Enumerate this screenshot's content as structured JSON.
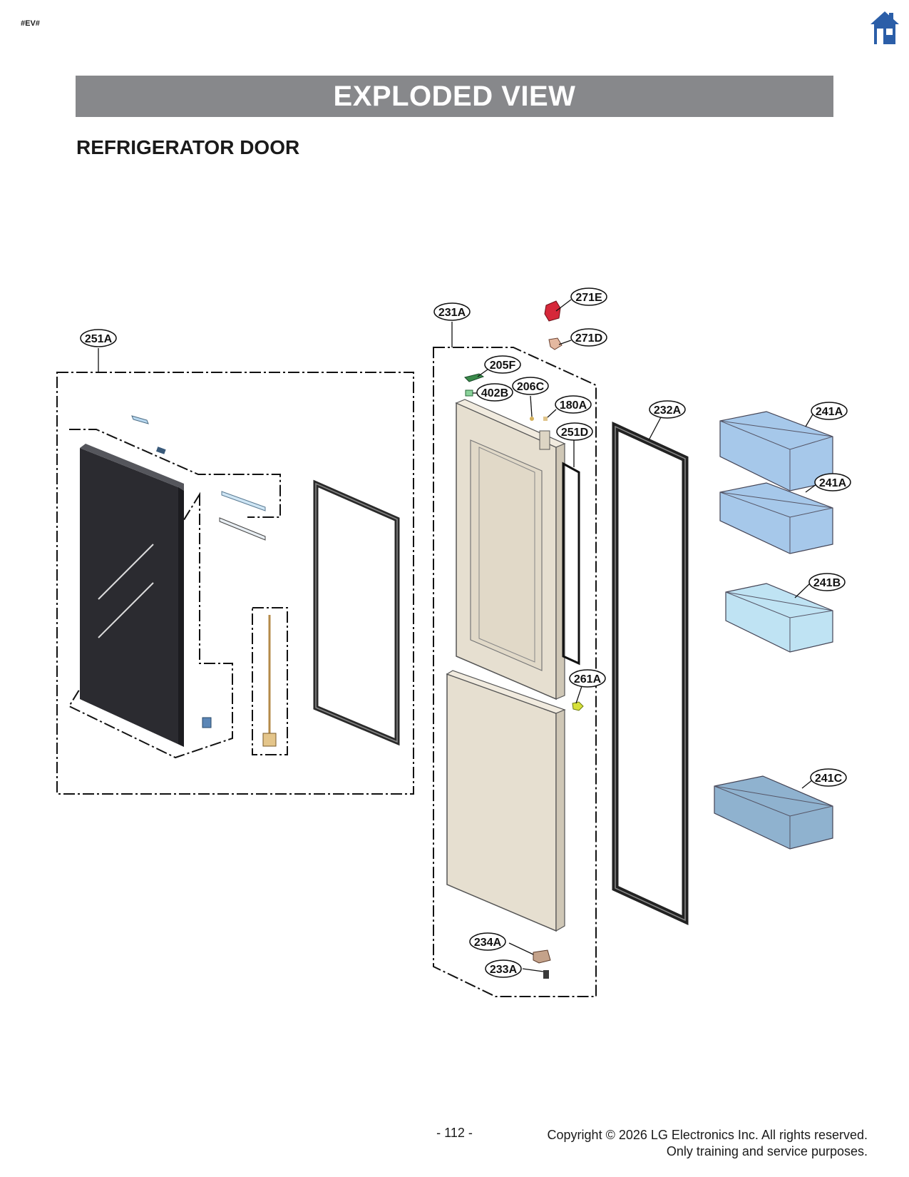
{
  "header": {
    "tag": "#EV#",
    "home_icon": "home-icon",
    "accent_color": "#2b5ea8"
  },
  "banner": {
    "title": "EXPLODED VIEW",
    "background": "#87888b"
  },
  "section": {
    "title": "REFRIGERATOR DOOR"
  },
  "callouts": {
    "c251A": "251A",
    "c231A": "231A",
    "c271E": "271E",
    "c271D": "271D",
    "c205F": "205F",
    "c402B": "402B",
    "c206C": "206C",
    "c180A": "180A",
    "c251D": "251D",
    "c232A": "232A",
    "c241A_1": "241A",
    "c241A_2": "241A",
    "c241B": "241B",
    "c261A": "261A",
    "c241C": "241C",
    "c234A": "234A",
    "c233A": "233A"
  },
  "footer": {
    "page_number": "- 112 -",
    "copyright_line1": "Copyright © 2026 LG Electronics Inc. All rights reserved.",
    "copyright_line2": "Only training and service purposes."
  }
}
